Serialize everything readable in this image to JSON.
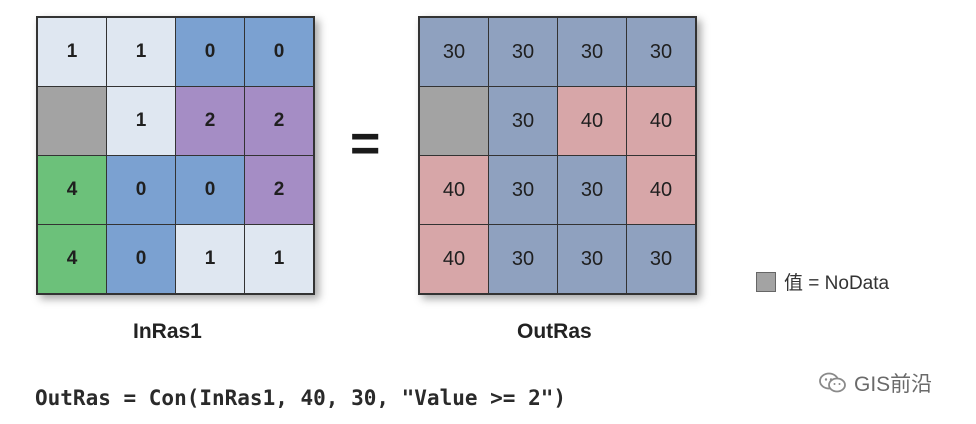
{
  "colors": {
    "value_1": "#dfe7f1",
    "value_0": "#7ba1d1",
    "value_2": "#a58dc5",
    "value_4": "#6cc17a",
    "nodata": "#a3a3a3",
    "out_30": "#8fa1bf",
    "out_40": "#d7a6a8"
  },
  "input_raster": {
    "caption": "InRas1",
    "rows": [
      [
        "1",
        "1",
        "0",
        "0"
      ],
      [
        "",
        "1",
        "2",
        "2"
      ],
      [
        "4",
        "0",
        "0",
        "2"
      ],
      [
        "4",
        "0",
        "1",
        "1"
      ]
    ]
  },
  "equals_sign": "=",
  "output_raster": {
    "caption": "OutRas",
    "rows": [
      [
        "30",
        "30",
        "30",
        "30"
      ],
      [
        "",
        "30",
        "40",
        "40"
      ],
      [
        "40",
        "30",
        "30",
        "40"
      ],
      [
        "40",
        "30",
        "30",
        "30"
      ]
    ]
  },
  "legend": {
    "label": "值 = NoData"
  },
  "formula": "OutRas = Con(InRas1, 40, 30, \"Value >= 2\")",
  "watermark": {
    "icon": "wechat-icon",
    "text": "GIS前沿"
  }
}
